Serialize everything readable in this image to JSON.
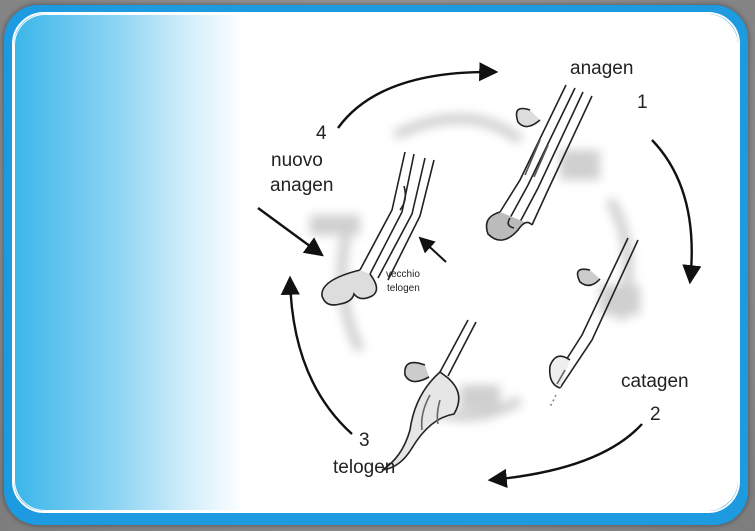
{
  "labels": {
    "anagen": "anagen",
    "anagen_num": "1",
    "catagen": "catagen",
    "catagen_num": "2",
    "telogen_num": "3",
    "telogen": "telogen",
    "nuovo_num": "4",
    "nuovo_line1": "nuovo",
    "nuovo_line2": "anagen",
    "vecchio_line1": "vecchio",
    "vecchio_line2": "telogen"
  },
  "colors": {
    "frame": "#1e9be0",
    "sidebar": "#3cb6ea",
    "ink": "#222222"
  }
}
